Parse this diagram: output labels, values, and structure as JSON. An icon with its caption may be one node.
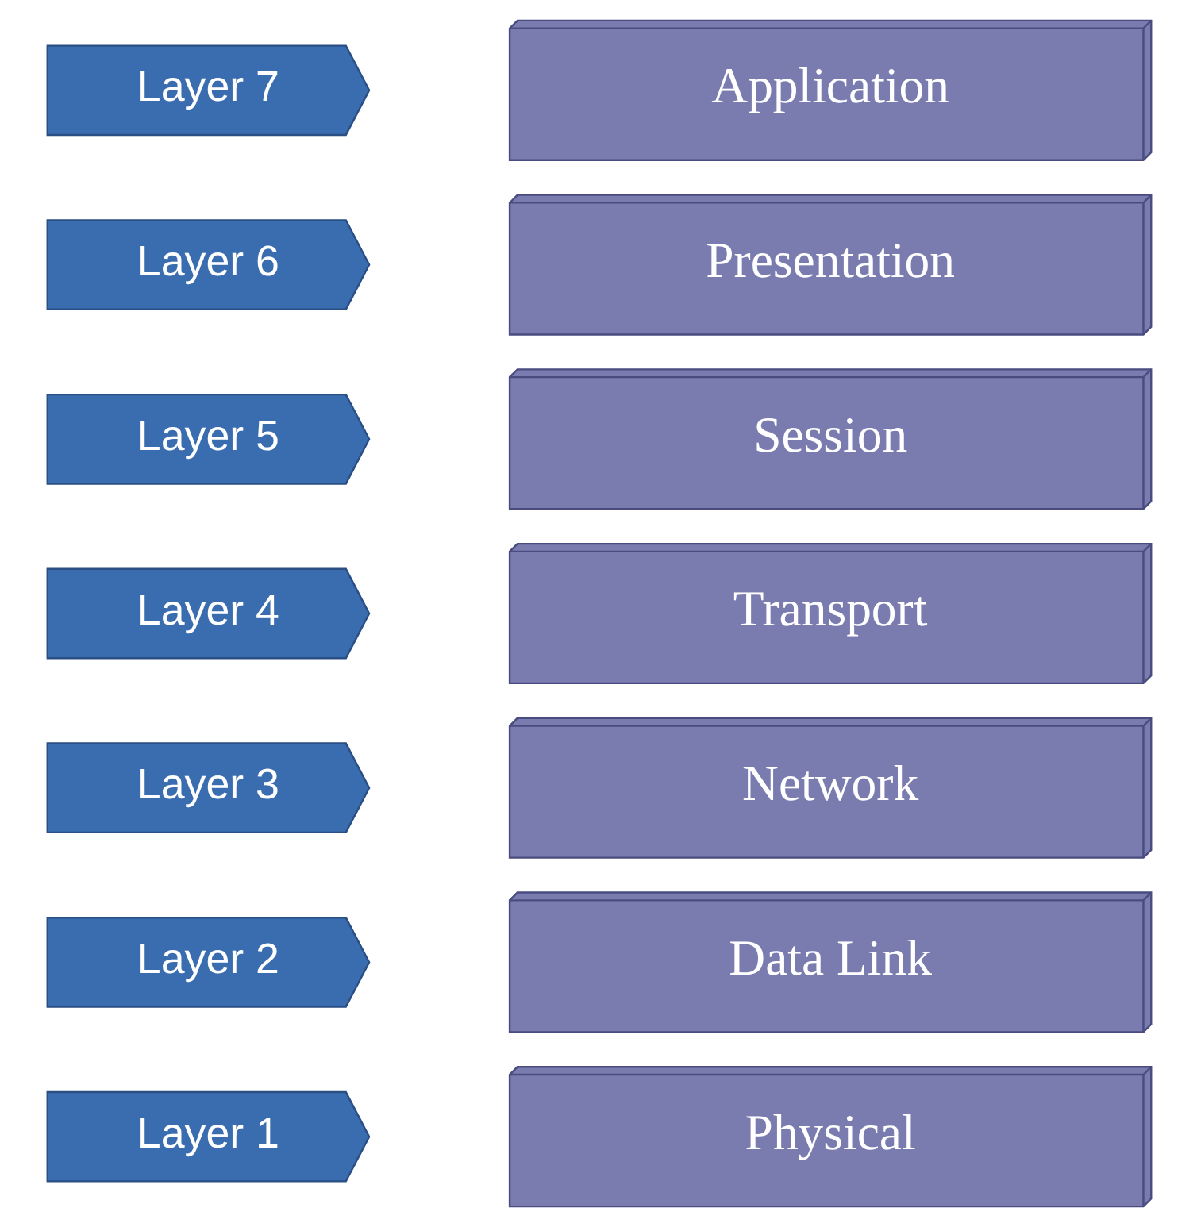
{
  "diagram": {
    "nodes": [
      {
        "text": [
          "Layer 7"
        ]
      },
      {
        "text": [
          "Application"
        ]
      },
      {
        "text": [
          "Layer 6"
        ]
      },
      {
        "text": [
          "Presentation"
        ]
      },
      {
        "text": [
          "Layer 5"
        ]
      },
      {
        "text": [
          "Session"
        ]
      },
      {
        "text": [
          "Layer 4"
        ]
      },
      {
        "text": [
          "Transport"
        ]
      },
      {
        "text": [
          "Layer 3"
        ]
      },
      {
        "text": [
          "Network"
        ]
      },
      {
        "text": [
          "Layer 2"
        ]
      },
      {
        "text": [
          "Data Link"
        ]
      },
      {
        "text": [
          "Layer 1"
        ]
      },
      {
        "text": [
          "Physical"
        ]
      }
    ]
  }
}
